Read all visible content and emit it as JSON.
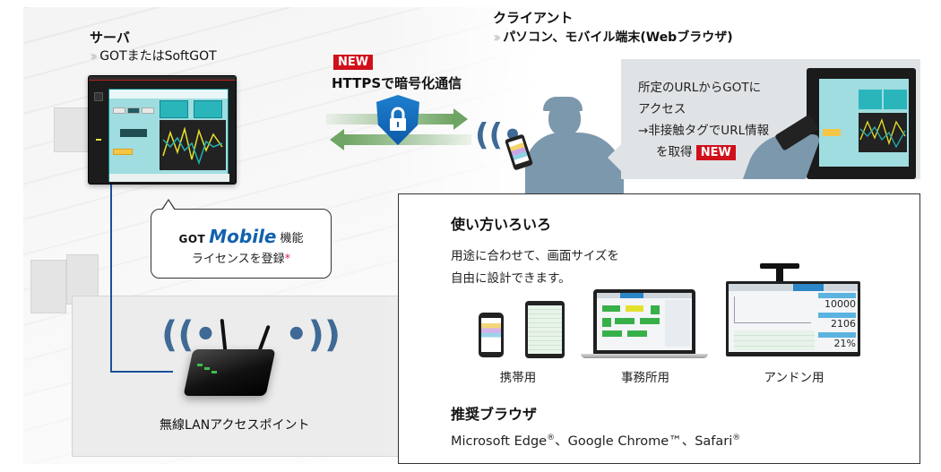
{
  "server": {
    "title": "サーバ",
    "subtitle": "GOTまたはSoftGOT"
  },
  "client": {
    "title": "クライアント",
    "subtitle": "パソコン、モバイル端末(Webブラウザ)"
  },
  "https": {
    "new_badge": "NEW",
    "label": "HTTPSで暗号化通信",
    "icon": "lock-shield-icon"
  },
  "client_panel": {
    "line1": "所定のURLからGOTに",
    "line2": "アクセス",
    "line3": "→非接触タグでURL情報",
    "line4": "を取得",
    "new_badge": "NEW"
  },
  "license_bubble": {
    "brand_got": "GOT",
    "brand_mobile": "Mobile",
    "feature": "機能",
    "license": "ライセンスを登録",
    "asterisk": "*"
  },
  "router": {
    "label": "無線LANアクセスポイント"
  },
  "usage": {
    "title": "使い方いろいろ",
    "desc_line1": "用途に合わせて、画面サイズを",
    "desc_line2": "自由に設計できます。",
    "devices": [
      {
        "label": "携帯用"
      },
      {
        "label": "事務所用"
      },
      {
        "label": "アンドン用"
      }
    ],
    "andon_values": [
      "10000",
      "2106",
      "21%"
    ]
  },
  "browsers": {
    "title": "推奨ブラウザ",
    "list": [
      {
        "name": "Microsoft Edge",
        "mark": "®"
      },
      {
        "name": "Google Chrome",
        "mark": "™"
      },
      {
        "name": "Safari",
        "mark": "®"
      }
    ],
    "separator": "、"
  },
  "colors": {
    "new_badge": "#d0101b",
    "arrow_green": "#6fa564",
    "shield_blue": "#1261ad",
    "wire_blue": "#1c4f9c",
    "silhouette": "#7c98ad",
    "client_panel_bg": "#dfe3e6"
  }
}
